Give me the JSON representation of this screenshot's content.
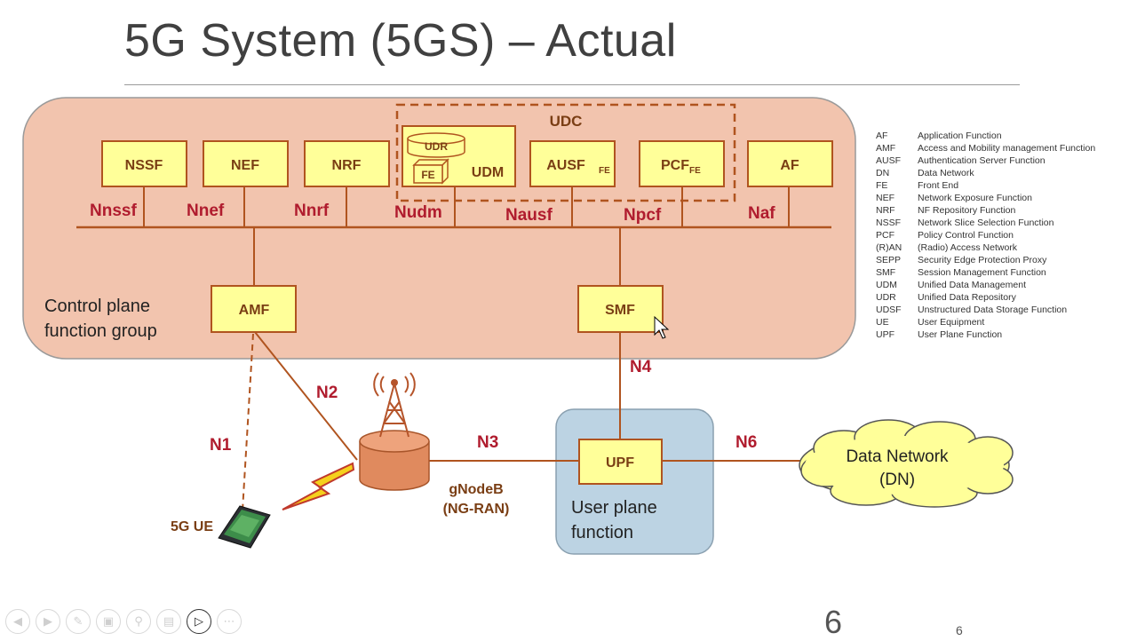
{
  "slide": {
    "title": "5G System (5GS) – Actual",
    "page_number": "6",
    "page_number_small": "6"
  },
  "diagram": {
    "udc_label": "UDC",
    "control_plane_label_line1": "Control plane",
    "control_plane_label_line2": "function group",
    "user_plane_label_line1": "User plane",
    "user_plane_label_line2": "function",
    "nodes": {
      "nssf": "NSSF",
      "nef": "NEF",
      "nrf": "NRF",
      "udm": "UDM",
      "udr": "UDR",
      "fe": "FE",
      "ausf": "AUSF",
      "ausf_sub": "FE",
      "pcf": "PCF",
      "pcf_sub": "FE",
      "af": "AF",
      "amf": "AMF",
      "smf": "SMF",
      "upf": "UPF"
    },
    "interfaces": {
      "nnssf": "Nnssf",
      "nnef": "Nnef",
      "nnrf": "Nnrf",
      "nudm": "Nudm",
      "nausf": "Nausf",
      "npcf": "Npcf",
      "naf": "Naf",
      "n1": "N1",
      "n2": "N2",
      "n3": "N3",
      "n4": "N4",
      "n6": "N6"
    },
    "gnodeb_line1": "gNodeB",
    "gnodeb_line2": "(NG-RAN)",
    "ue_label": "5G UE",
    "dn_line1": "Data Network",
    "dn_line2": "(DN)",
    "colors": {
      "control_plane_fill": "#f2c4ae",
      "nf_fill": "#ffff99",
      "nf_border": "#b0541f",
      "interface_text": "#b01c2e",
      "user_plane_fill": "#bcd3e3",
      "cloud_fill": "#ffff99"
    }
  },
  "legend": [
    {
      "abbr": "AF",
      "desc": "Application Function"
    },
    {
      "abbr": "AMF",
      "desc": "Access and Mobility management Function"
    },
    {
      "abbr": "AUSF",
      "desc": "Authentication Server Function"
    },
    {
      "abbr": "DN",
      "desc": "Data Network"
    },
    {
      "abbr": "FE",
      "desc": "Front End"
    },
    {
      "abbr": "NEF",
      "desc": "Network Exposure Function"
    },
    {
      "abbr": "NRF",
      "desc": "NF Repository Function"
    },
    {
      "abbr": "NSSF",
      "desc": "Network Slice Selection Function"
    },
    {
      "abbr": "PCF",
      "desc": "Policy Control Function"
    },
    {
      "abbr": "(R)AN",
      "desc": "(Radio) Access Network"
    },
    {
      "abbr": "SEPP",
      "desc": "Security Edge Protection Proxy"
    },
    {
      "abbr": "SMF",
      "desc": "Session Management Function"
    },
    {
      "abbr": "UDM",
      "desc": "Unified Data Management"
    },
    {
      "abbr": "UDR",
      "desc": "Unified Data Repository"
    },
    {
      "abbr": "UDSF",
      "desc": "Unstructured Data Storage Function"
    },
    {
      "abbr": "UE",
      "desc": "User Equipment"
    },
    {
      "abbr": "UPF",
      "desc": "User Plane Function"
    }
  ],
  "toolbar": {
    "icons": [
      "prev-arrow-icon",
      "next-arrow-icon",
      "pen-icon",
      "slides-icon",
      "zoom-icon",
      "subtitles-icon",
      "camera-icon",
      "more-icon"
    ]
  }
}
